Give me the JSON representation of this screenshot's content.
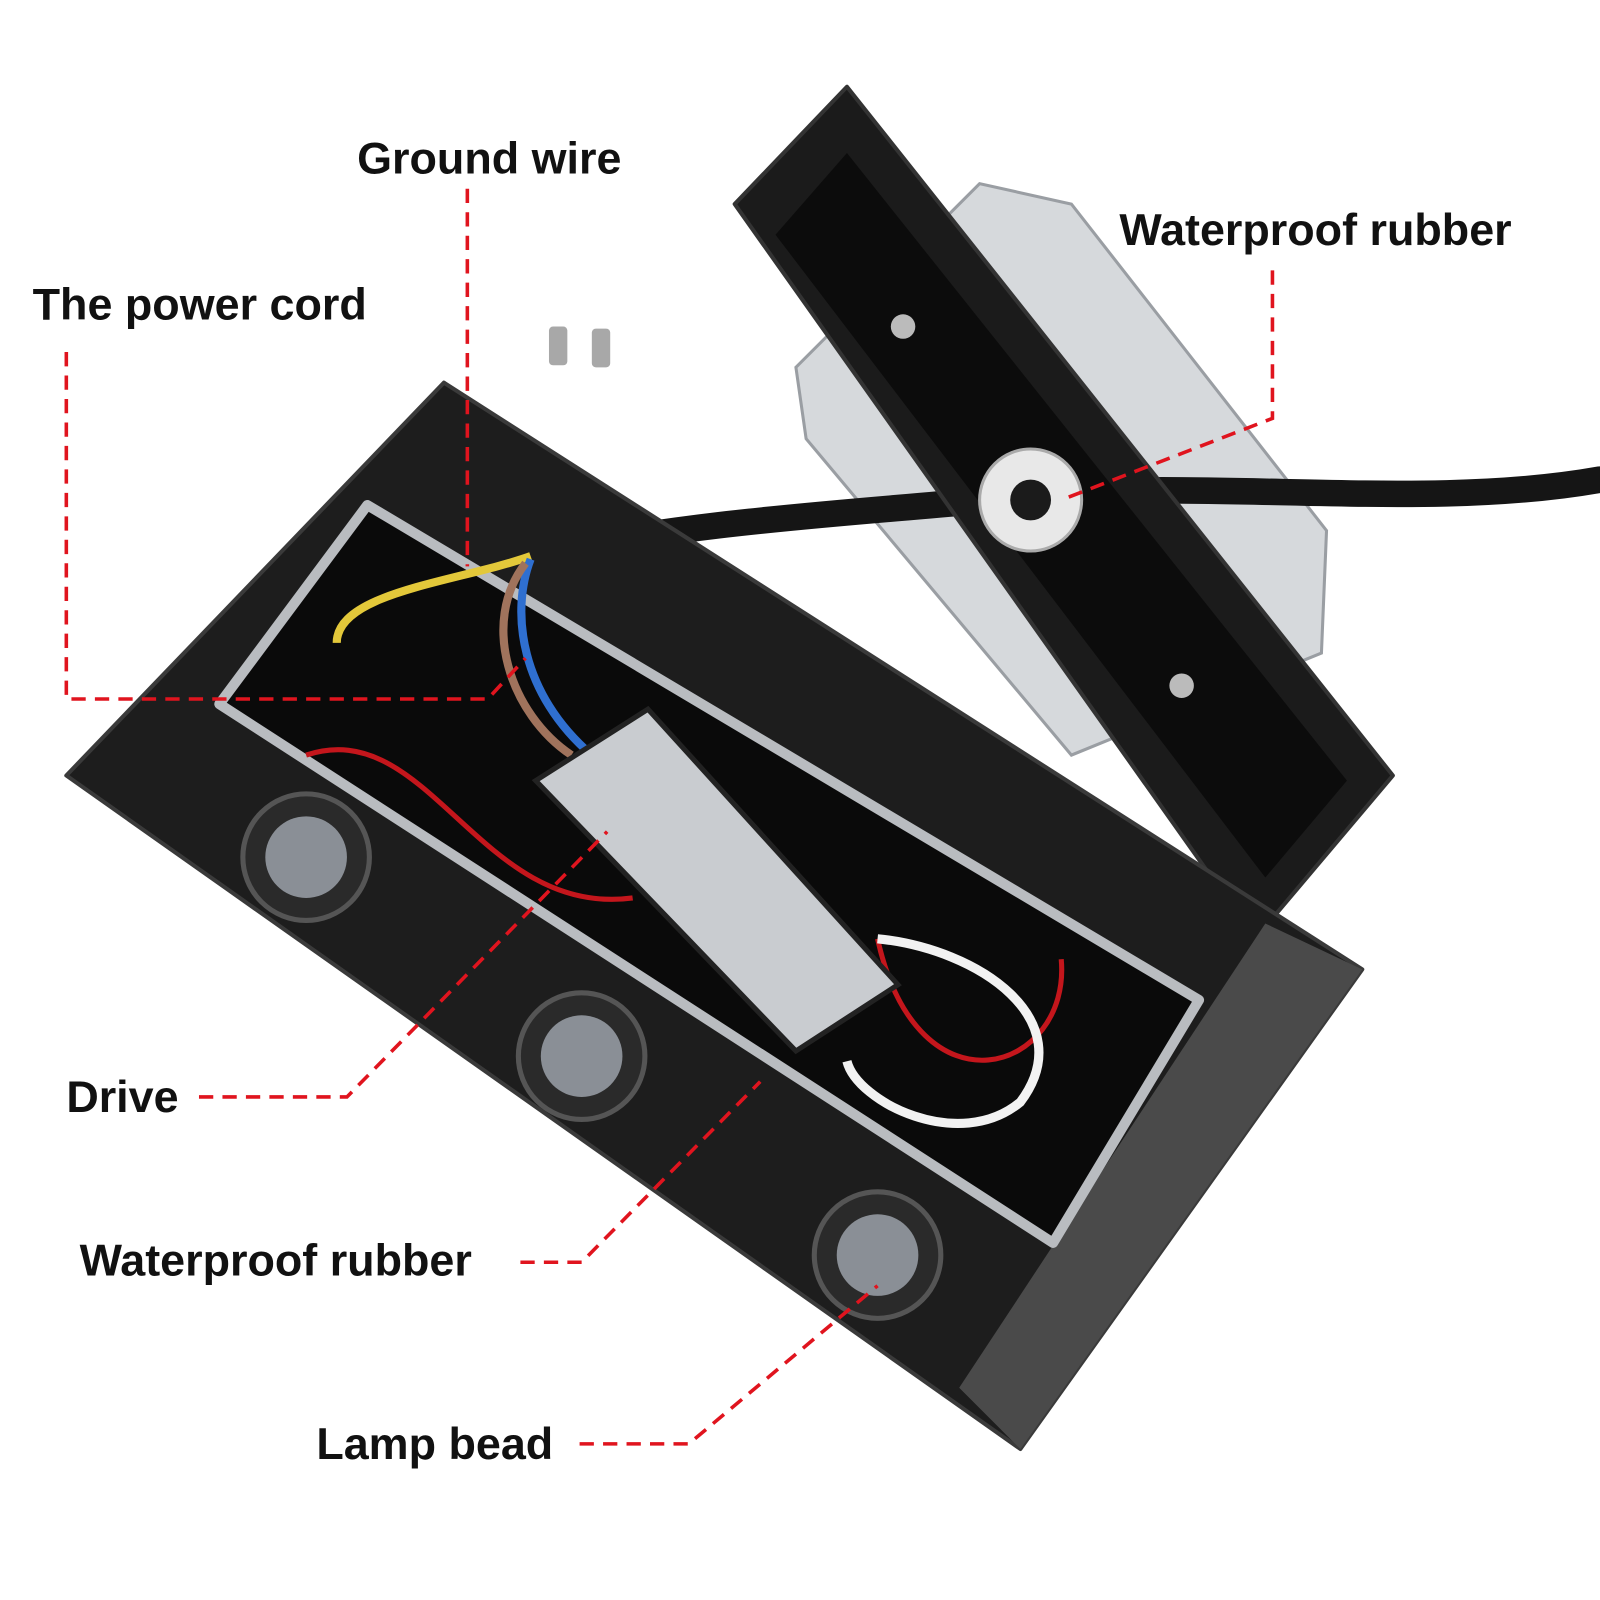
{
  "labels": {
    "ground_wire": "Ground wire",
    "power_cord": "The power cord",
    "waterproof_rubber_top": "Waterproof rubber",
    "drive": "Drive",
    "waterproof_rubber_bottom": "Waterproof rubber",
    "lamp_bead": "Lamp bead"
  },
  "colors": {
    "leader_line": "#e0141e",
    "housing": "#1a1a1a",
    "rubber_seal": "#b9bcc0",
    "driver": "#c9ccd0",
    "bracket": "#d6d9dc"
  }
}
